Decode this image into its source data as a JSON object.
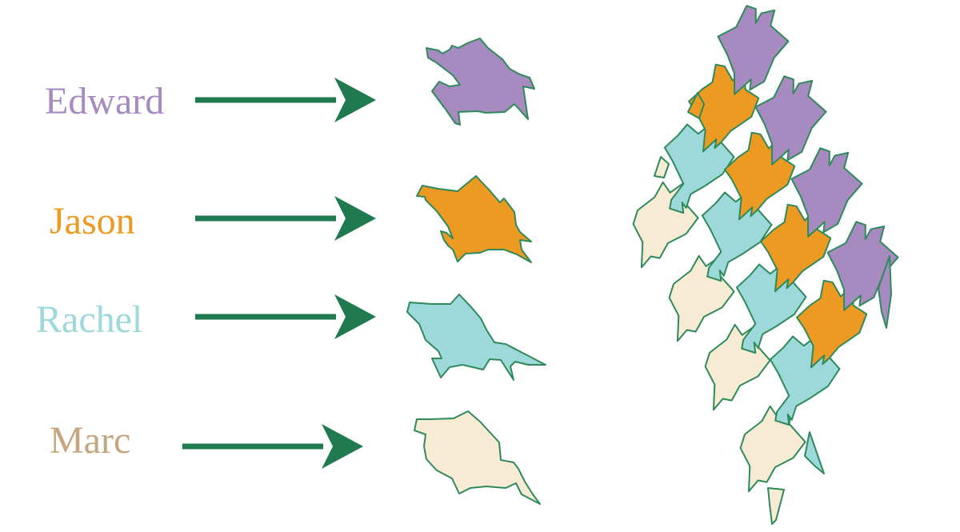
{
  "figure": {
    "outline_color": "#2e8a5a",
    "arrow_color": "#1f7a50",
    "people": [
      {
        "name": "Edward",
        "color": "#a78bc0",
        "text_color": "#a78bc0"
      },
      {
        "name": "Jason",
        "color": "#ec9a22",
        "text_color": "#ec9a22"
      },
      {
        "name": "Rachel",
        "color": "#9dd8da",
        "text_color": "#9dd8da"
      },
      {
        "name": "Marc",
        "color": "#f8ebd3",
        "text_color": "#c4a57f"
      }
    ]
  }
}
